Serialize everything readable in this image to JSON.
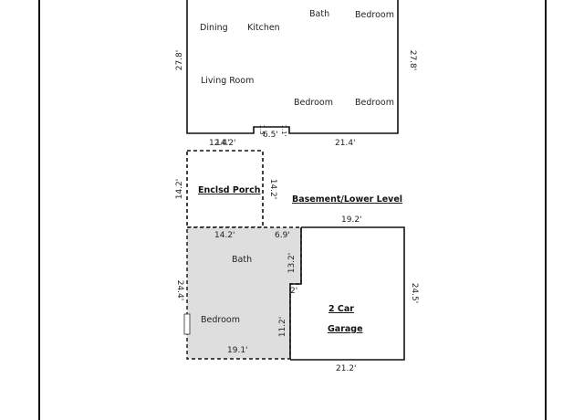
{
  "upper": {
    "rooms": {
      "dining": "Dining",
      "kitchen": "Kitchen",
      "bath": "Bath",
      "bedroom_top": "Bedroom",
      "living_room": "Living Room",
      "bedroom_left": "Bedroom",
      "bedroom_right": "Bedroom"
    },
    "dims": {
      "left": "27.8'",
      "right": "27.8'",
      "bottom_left": "12.4'",
      "bottom_left_overlap": "14.2'",
      "notch_width": "6.5'",
      "notch_left": "1.5'",
      "notch_right": "1.1'",
      "bottom_right": "21.4'"
    }
  },
  "porch": {
    "label": "Enclsd Porch",
    "dims": {
      "left": "14.2'",
      "right": "14.2'"
    }
  },
  "lower": {
    "title": "Basement/Lower Level",
    "rooms": {
      "bath": "Bath",
      "bedroom": "Bedroom",
      "garage_line1": "2 Car",
      "garage_line2": "Garage"
    },
    "dims": {
      "top_left": "14.2'",
      "top_mid": "6.9'",
      "garage_top": "19.2'",
      "left": "24.4'",
      "step_upper": "13.2'",
      "step": "2'",
      "step_lower": "11.2'",
      "bottom_left": "19.1'",
      "garage_right": "24.5'",
      "garage_bottom": "21.2'"
    }
  }
}
